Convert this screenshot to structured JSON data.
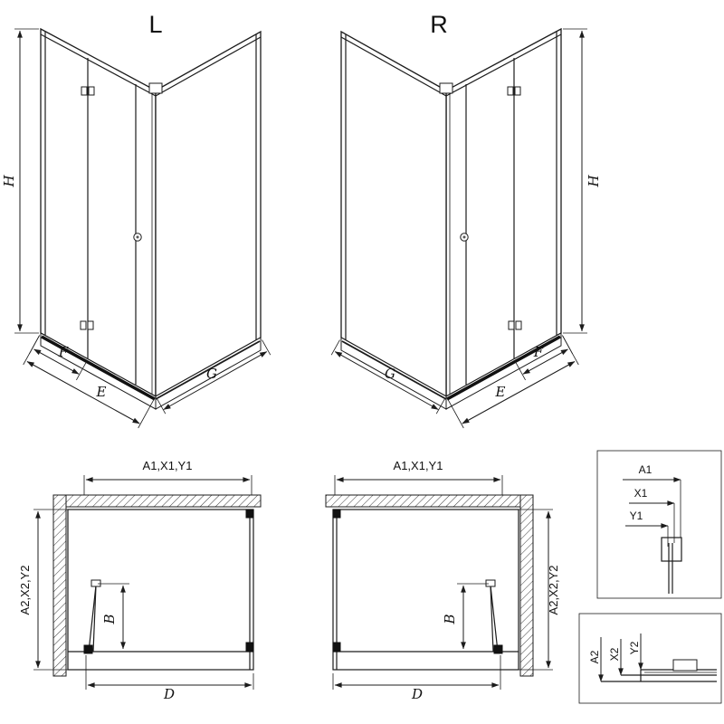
{
  "views": {
    "left": {
      "label": "L",
      "h": "H",
      "f": "F",
      "e": "E",
      "g": "G"
    },
    "right": {
      "label": "R",
      "h": "H",
      "f": "F",
      "e": "E",
      "g": "G"
    }
  },
  "plans": {
    "left": {
      "top_dim": "A1,X1,Y1",
      "side_dim": "A2,X2,Y2",
      "b": "B",
      "d": "D"
    },
    "right": {
      "top_dim": "A1,X1,Y1",
      "side_dim": "A2,X2,Y2",
      "b": "B",
      "d": "D"
    }
  },
  "details": {
    "top": {
      "a1": "A1",
      "x1": "X1",
      "y1": "Y1"
    },
    "bottom": {
      "a2": "A2",
      "x2": "X2",
      "y2": "Y2"
    }
  },
  "colors": {
    "line": "#1c1c1c",
    "hatch": "#3c3c3c",
    "background": "#ffffff"
  }
}
